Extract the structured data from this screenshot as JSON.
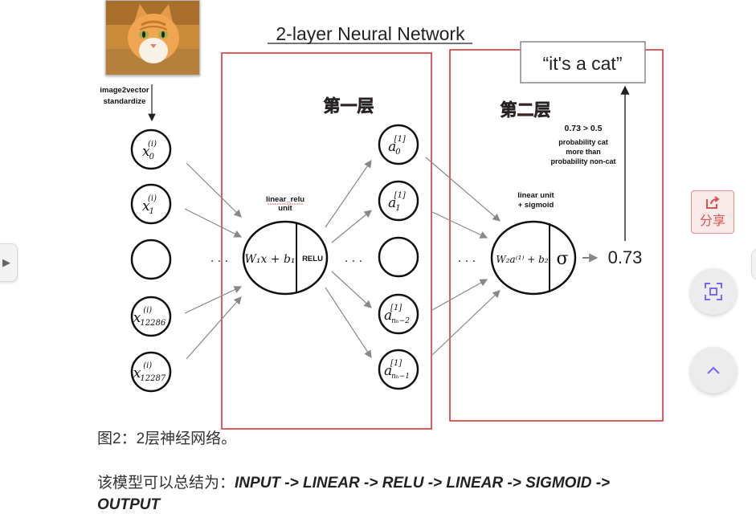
{
  "diagram": {
    "title": "2-layer Neural Network",
    "layer1_label": "第一层",
    "layer2_label": "第二层",
    "preprocess_line1": "image2vector",
    "preprocess_line2": "standardize",
    "output_text": "“it's a cat”",
    "threshold": "0.73 > 0.5",
    "prob_line1": "probability cat",
    "prob_line2": "more than",
    "prob_line3": "probability non-cat",
    "linear_relu_line1": "linear_relu",
    "linear_relu_line2": "unit",
    "linear_unit_line1": "linear unit",
    "linear_unit_line2": "+ sigmoid",
    "relu_label": "RELU",
    "sigma_label": "σ",
    "output_value": "0.73",
    "ellipsis": "· · ·",
    "inputs": [
      {
        "base": "x",
        "sup": "(i)",
        "sub": "0"
      },
      {
        "base": "x",
        "sup": "(i)",
        "sub": "1"
      },
      {
        "base": "",
        "sup": "",
        "sub": ""
      },
      {
        "base": "x",
        "sup": "(i)",
        "sub": "12286"
      },
      {
        "base": "x",
        "sup": "(i)",
        "sub": "12287"
      }
    ],
    "hidden": [
      {
        "base": "a",
        "sup": "[1]",
        "sub": "0"
      },
      {
        "base": "a",
        "sup": "[1]",
        "sub": "1"
      },
      {
        "base": "",
        "sup": "",
        "sub": ""
      },
      {
        "base": "a",
        "sup": "[1]",
        "sub": "nₕ−2"
      },
      {
        "base": "a",
        "sup": "[1]",
        "sub": "nₕ−1"
      }
    ],
    "unit1_formula": "W₁x + b₁",
    "unit2_formula": "W₂a⁽¹⁾ + b₂"
  },
  "caption": "图2：2层神经网络。",
  "summary": {
    "prefix": "该模型可以总结为：",
    "code": "INPUT -> LINEAR -> RELU -> LINEAR -> SIGMOID ->",
    "code_cont": "OUTPUT"
  },
  "sidebar": {
    "share_label": "分享"
  },
  "colors": {
    "accent_red": "#d62828",
    "share_red": "#d9534f",
    "purple": "#7b68ee"
  }
}
